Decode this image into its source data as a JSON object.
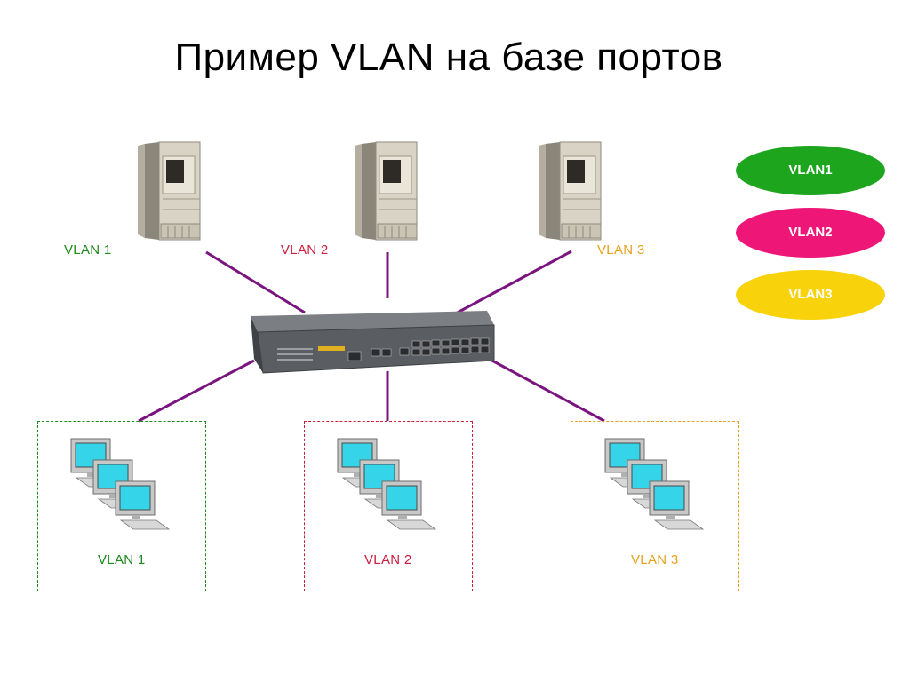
{
  "title": "Пример VLAN на базе портов",
  "colors": {
    "vlan1": "#1a8a1a",
    "vlan2": "#cc1e3c",
    "vlan3": "#e6a21e",
    "link": "#7a1580",
    "pill1": "#1ea51e",
    "pill2": "#ee1677",
    "pill3": "#f8d20a"
  },
  "servers": [
    {
      "label": "VLAN 1"
    },
    {
      "label": "VLAN 2"
    },
    {
      "label": "VLAN 3"
    }
  ],
  "groups": [
    {
      "label": "VLAN 1"
    },
    {
      "label": "VLAN 2"
    },
    {
      "label": "VLAN 3"
    }
  ],
  "legend": [
    {
      "label": "VLAN1"
    },
    {
      "label": "VLAN2"
    },
    {
      "label": "VLAN3"
    }
  ],
  "switch_icon": "network-switch-icon",
  "server_icon": "server-tower-icon",
  "workstation_icon": "computer-workstation-icon"
}
